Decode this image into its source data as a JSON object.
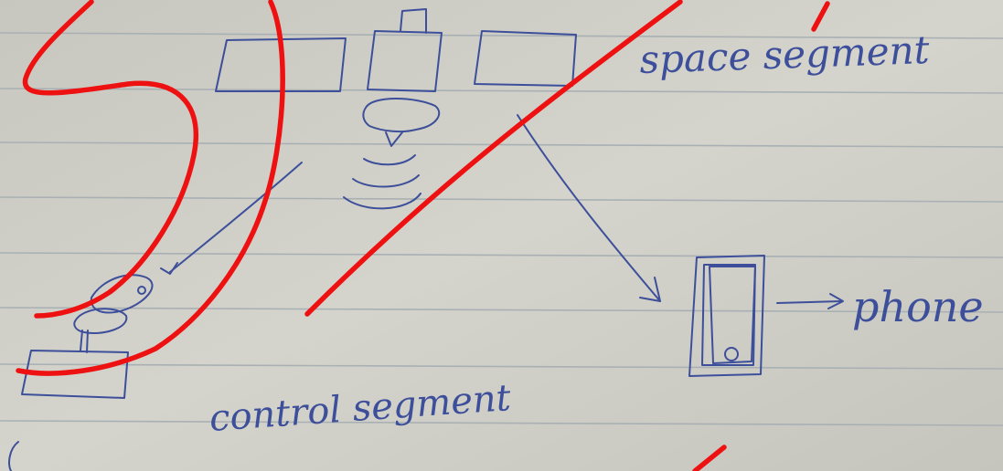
{
  "diagram": {
    "labels": {
      "space_segment": "space segment",
      "control_segment": "control segment",
      "phone": "phone"
    },
    "colors": {
      "paper": "#d2d2ca",
      "rule_line": "#a9b0b4",
      "ink": "#3d4f9a",
      "correction": "#ee1111"
    }
  }
}
